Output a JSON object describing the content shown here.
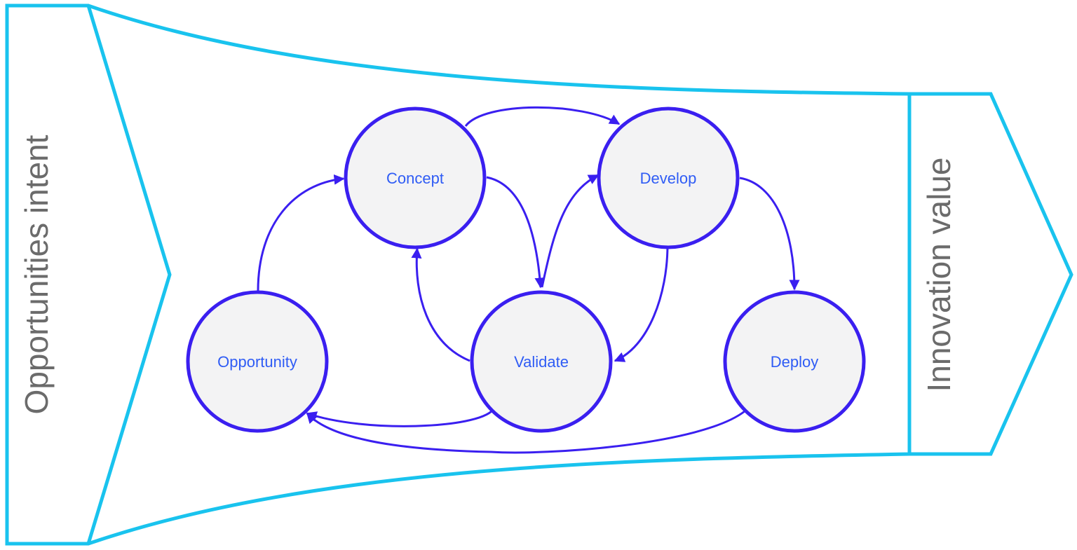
{
  "colors": {
    "funnel_outline": "#19c3ee",
    "node_stroke": "#3a1ff0",
    "node_fill": "#f3f3f4",
    "node_text": "#2f5cf5",
    "side_text": "#6b6b6b"
  },
  "left_label": "Opportunities intent",
  "right_label": "Innovation value",
  "nodes": {
    "concept": "Concept",
    "develop": "Develop",
    "opportunity": "Opportunity",
    "validate": "Validate",
    "deploy": "Deploy"
  },
  "edges": [
    {
      "from": "Opportunity",
      "to": "Concept"
    },
    {
      "from": "Concept",
      "to": "Develop"
    },
    {
      "from": "Concept",
      "to": "Validate"
    },
    {
      "from": "Validate",
      "to": "Concept"
    },
    {
      "from": "Validate",
      "to": "Develop"
    },
    {
      "from": "Develop",
      "to": "Validate"
    },
    {
      "from": "Develop",
      "to": "Deploy"
    },
    {
      "from": "Validate",
      "to": "Opportunity"
    },
    {
      "from": "Deploy",
      "to": "Opportunity"
    }
  ]
}
